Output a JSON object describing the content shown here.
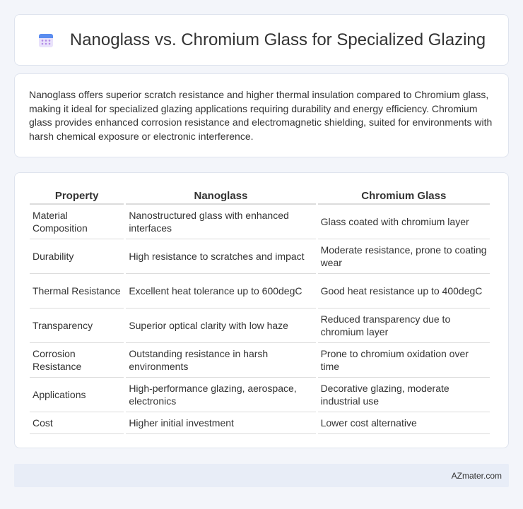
{
  "header": {
    "title": "Nanoglass vs. Chromium Glass for Specialized Glazing",
    "icon": "calendar-icon"
  },
  "summary": {
    "text": "Nanoglass offers superior scratch resistance and higher thermal insulation compared to Chromium glass, making it ideal for specialized glazing applications requiring durability and energy efficiency. Chromium glass provides enhanced corrosion resistance and electromagnetic shielding, suited for environments with harsh chemical exposure or electronic interference."
  },
  "table": {
    "headers": [
      "Property",
      "Nanoglass",
      "Chromium Glass"
    ],
    "rows": [
      [
        "Material Composition",
        "Nanostructured glass with enhanced interfaces",
        "Glass coated with chromium layer"
      ],
      [
        "Durability",
        "High resistance to scratches and impact",
        "Moderate resistance, prone to coating wear"
      ],
      [
        "Thermal Resistance",
        "Excellent heat tolerance up to 600degC",
        "Good heat resistance up to 400degC"
      ],
      [
        "Transparency",
        "Superior optical clarity with low haze",
        "Reduced transparency due to chromium layer"
      ],
      [
        "Corrosion Resistance",
        "Outstanding resistance in harsh environments",
        "Prone to chromium oxidation over time"
      ],
      [
        "Applications",
        "High-performance glazing, aerospace, electronics",
        "Decorative glazing, moderate industrial use"
      ],
      [
        "Cost",
        "Higher initial investment",
        "Lower cost alternative"
      ]
    ]
  },
  "footer": {
    "text": "AZmater.com"
  },
  "colors": {
    "background": "#f3f5fa",
    "card": "#ffffff",
    "footer": "#e8edf7",
    "icon_blue": "#5b8def",
    "icon_purple": "#b28ae6"
  }
}
